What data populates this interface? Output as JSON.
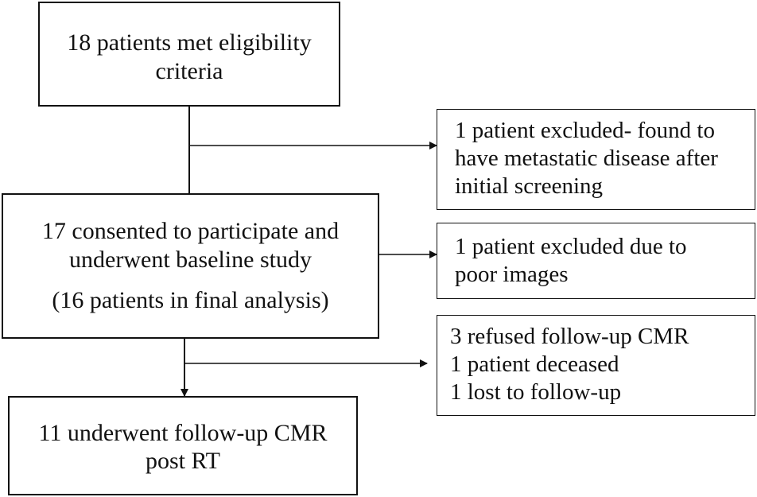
{
  "eligibility": {
    "line1": "18 patients met eligibility",
    "line2": "criteria"
  },
  "baseline": {
    "line1": "17 consented to participate and",
    "line2": "underwent baseline study",
    "line3": "(16 patients in final analysis)"
  },
  "followup": {
    "line1": "11 underwent follow-up CMR",
    "line2": "post RT"
  },
  "exclusion_metastatic": {
    "line1": "1 patient excluded- found to",
    "line2": "have metastatic disease after",
    "line3": "initial screening"
  },
  "exclusion_images": {
    "line1": "1 patient excluded due to",
    "line2": "poor images"
  },
  "exclusion_followup": {
    "line1": "3 refused follow-up CMR",
    "line2": "1 patient deceased",
    "line3": "1 lost to follow-up"
  }
}
